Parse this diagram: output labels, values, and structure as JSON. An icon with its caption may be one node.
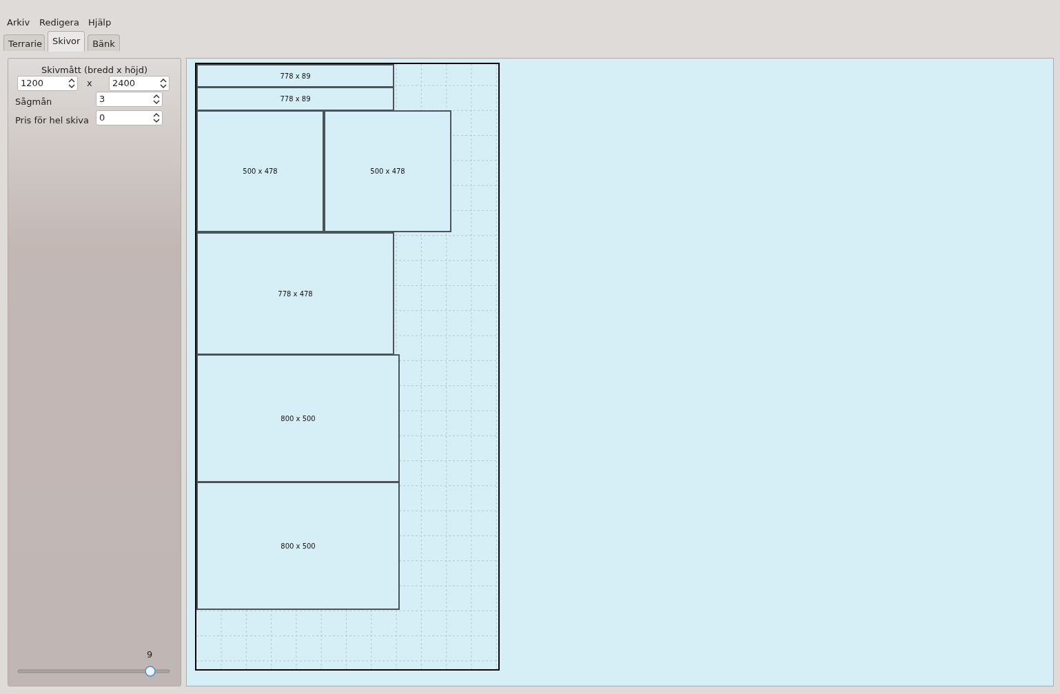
{
  "diagram": {
    "nodes": [
      {
        "text": [],
        "shape": "box"
      },
      {
        "text": [
          "778 x 89"
        ],
        "in": 0
      },
      {
        "text": [
          "778 x 89"
        ],
        "in": 0
      },
      {
        "text": [
          "500 x 478"
        ],
        "in": 0
      },
      {
        "text": [
          "500 x 478"
        ],
        "in": 0
      },
      {
        "text": [
          "778 x 478"
        ],
        "in": 0
      },
      {
        "text": [
          "800 x 500"
        ],
        "in": 0
      },
      {
        "text": [
          "800 x 500"
        ],
        "in": 0
      }
    ],
    "labels": [
      "Arkiv",
      "Redigera",
      "Hjälp",
      "Terrarie",
      "Skivor",
      "Bänk",
      "Skivmått (bredd x höjd)",
      "1200",
      "x",
      "2400",
      "Sågmån",
      "3",
      "Pris för hel skiva",
      "0",
      "9"
    ]
  }
}
